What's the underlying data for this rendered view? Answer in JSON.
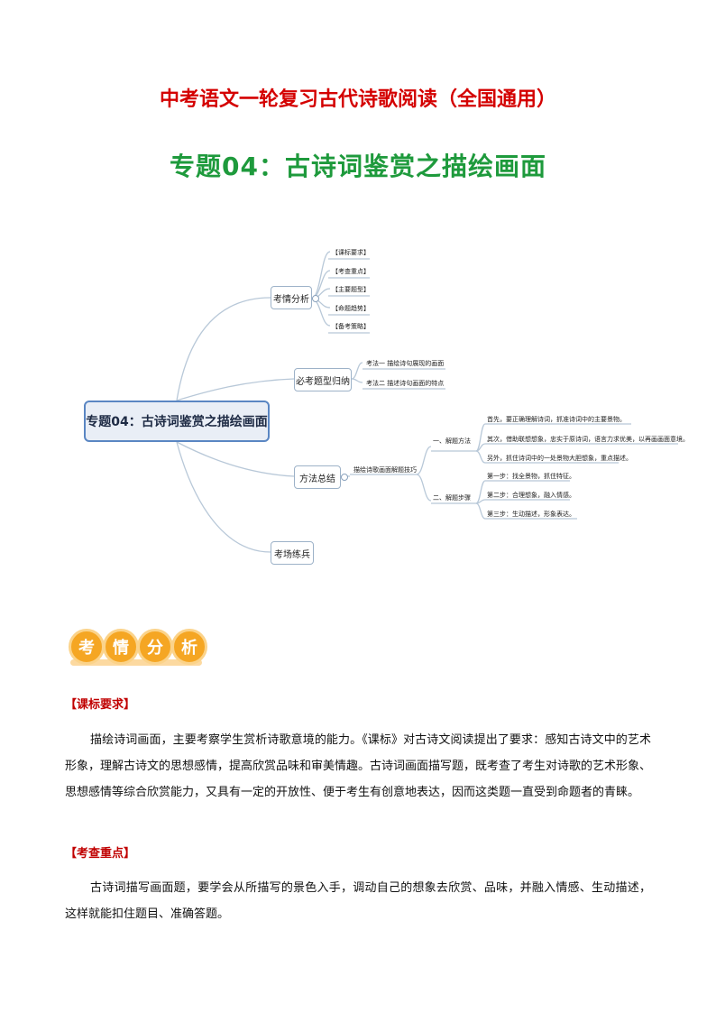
{
  "doc": {
    "title": "中考语文一轮复习古代诗歌阅读（全国通用）",
    "subtitle": "专题04：古诗词鉴赏之描绘画面"
  },
  "mindmap": {
    "root": "专题04：古诗词鉴赏之描绘画面",
    "branch1": {
      "label": "考情分析",
      "items": [
        "【课标要求】",
        "【考查重点】",
        "【主要题型】",
        "【命题趋势】",
        "【备考策略】"
      ]
    },
    "branch2": {
      "label": "必考题型归纳",
      "items": [
        "考法一 描绘诗句展现的画面",
        "考法二 描述诗句画面的特点"
      ]
    },
    "branch3": {
      "label": "方法总结",
      "sub": "描绘诗歌画面解题技巧",
      "method_label": "一、解题方法",
      "methods": [
        "首先，要正确理解诗词，抓准诗词中的主要景物。",
        "其次，借助联想想象，忠实于原诗词，语言力求优美，以再画画面意境。",
        "另外，抓住诗词中的一处景物大胆想象，重点描述。"
      ],
      "step_label": "二、解题步骤",
      "steps": [
        "第一步：找全景物，抓住特征。",
        "第二步：合理想象，融入情感。",
        "第三步：生动描述，形象表达。"
      ]
    },
    "branch4": {
      "label": "考场练兵"
    }
  },
  "badge": {
    "chars": [
      "考",
      "情",
      "分",
      "析"
    ]
  },
  "sections": [
    {
      "heading": "【课标要求】",
      "text": "描绘诗词画面，主要考察学生赏析诗歌意境的能力。《课标》对古诗文阅读提出了要求：感知古诗文中的艺术形象，理解古诗文的思想感情，提高欣赏品味和审美情趣。古诗词画面描写题，既考查了考生对诗歌的艺术形象、思想感情等综合欣赏能力，又具有一定的开放性、便于考生有创意地表达，因而这类题一直受到命题者的青睐。"
    },
    {
      "heading": "【考查重点】",
      "text": "古诗词描写画面题，要学会从所描写的景色入手，调动自己的想象去欣赏、品味，并融入情感、生动描述，这样就能扣住题目、准确答题。"
    }
  ],
  "colors": {
    "title": "#d40000",
    "subtitle": "#1e9a3c",
    "heading": "#c00000",
    "badge": "#f5a623"
  }
}
